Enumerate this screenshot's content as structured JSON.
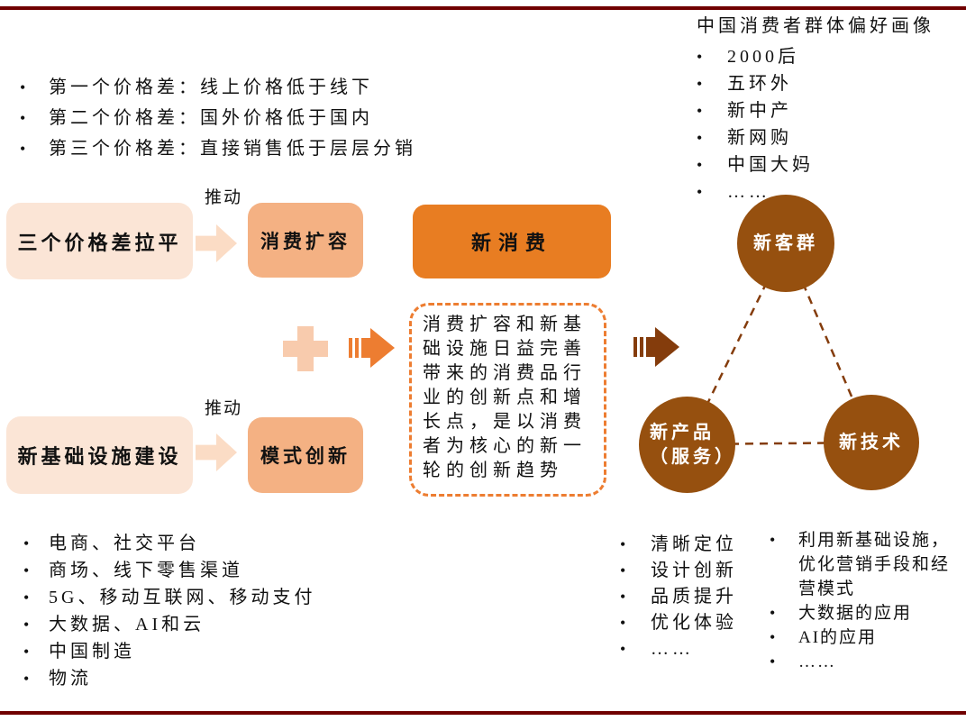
{
  "palette": {
    "rule_dark_red": "#700000",
    "box_light_peach": "#FBE5D6",
    "box_mid_orange": "#F4B183",
    "box_orange": "#E87D22",
    "plus_peach": "#F8CBAD",
    "arrow_light_peach": "#FBDCC5",
    "arrow_orange": "#ED7D31",
    "arrow_brown": "#843C0C",
    "circle_brown": "#96500F"
  },
  "price_gap_list": {
    "items": [
      "第一个价格差：线上价格低于线下",
      "第二个价格差：国外价格低于国内",
      "第三个价格差：直接销售低于层层分销"
    ]
  },
  "consumer_profile": {
    "title": "中国消费者群体偏好画像",
    "items": [
      "2000后",
      "五环外",
      "新中产",
      "新网购",
      "中国大妈",
      "……"
    ]
  },
  "flow": {
    "row1_source": "三个价格差拉平",
    "row1_arrow_label": "推动",
    "row1_target": "消费扩容",
    "row2_source": "新基础设施建设",
    "row2_arrow_label": "推动",
    "row2_target": "模式创新",
    "result": "新消费",
    "note": "消费扩容和新基础设施日益完善带来的消费品行业的创新点和增长点，是以消费者为核心的新一轮的创新趋势"
  },
  "triangle": {
    "top": "新客群",
    "bottom_left_line1": "新产品",
    "bottom_left_line2": "（服务）",
    "bottom_right": "新技术"
  },
  "infrastructure_list": {
    "items": [
      "电商、社交平台",
      "商场、线下零售渠道",
      "5G、移动互联网、移动支付",
      "大数据、AI和云",
      "中国制造",
      "物流"
    ]
  },
  "product_list": {
    "items": [
      "清晰定位",
      "设计创新",
      "品质提升",
      "优化体验",
      "……"
    ]
  },
  "technology_list": {
    "items": [
      "利用新基础设施，优化营销手段和经营模式",
      "大数据的应用",
      "AI的应用",
      "……"
    ]
  }
}
